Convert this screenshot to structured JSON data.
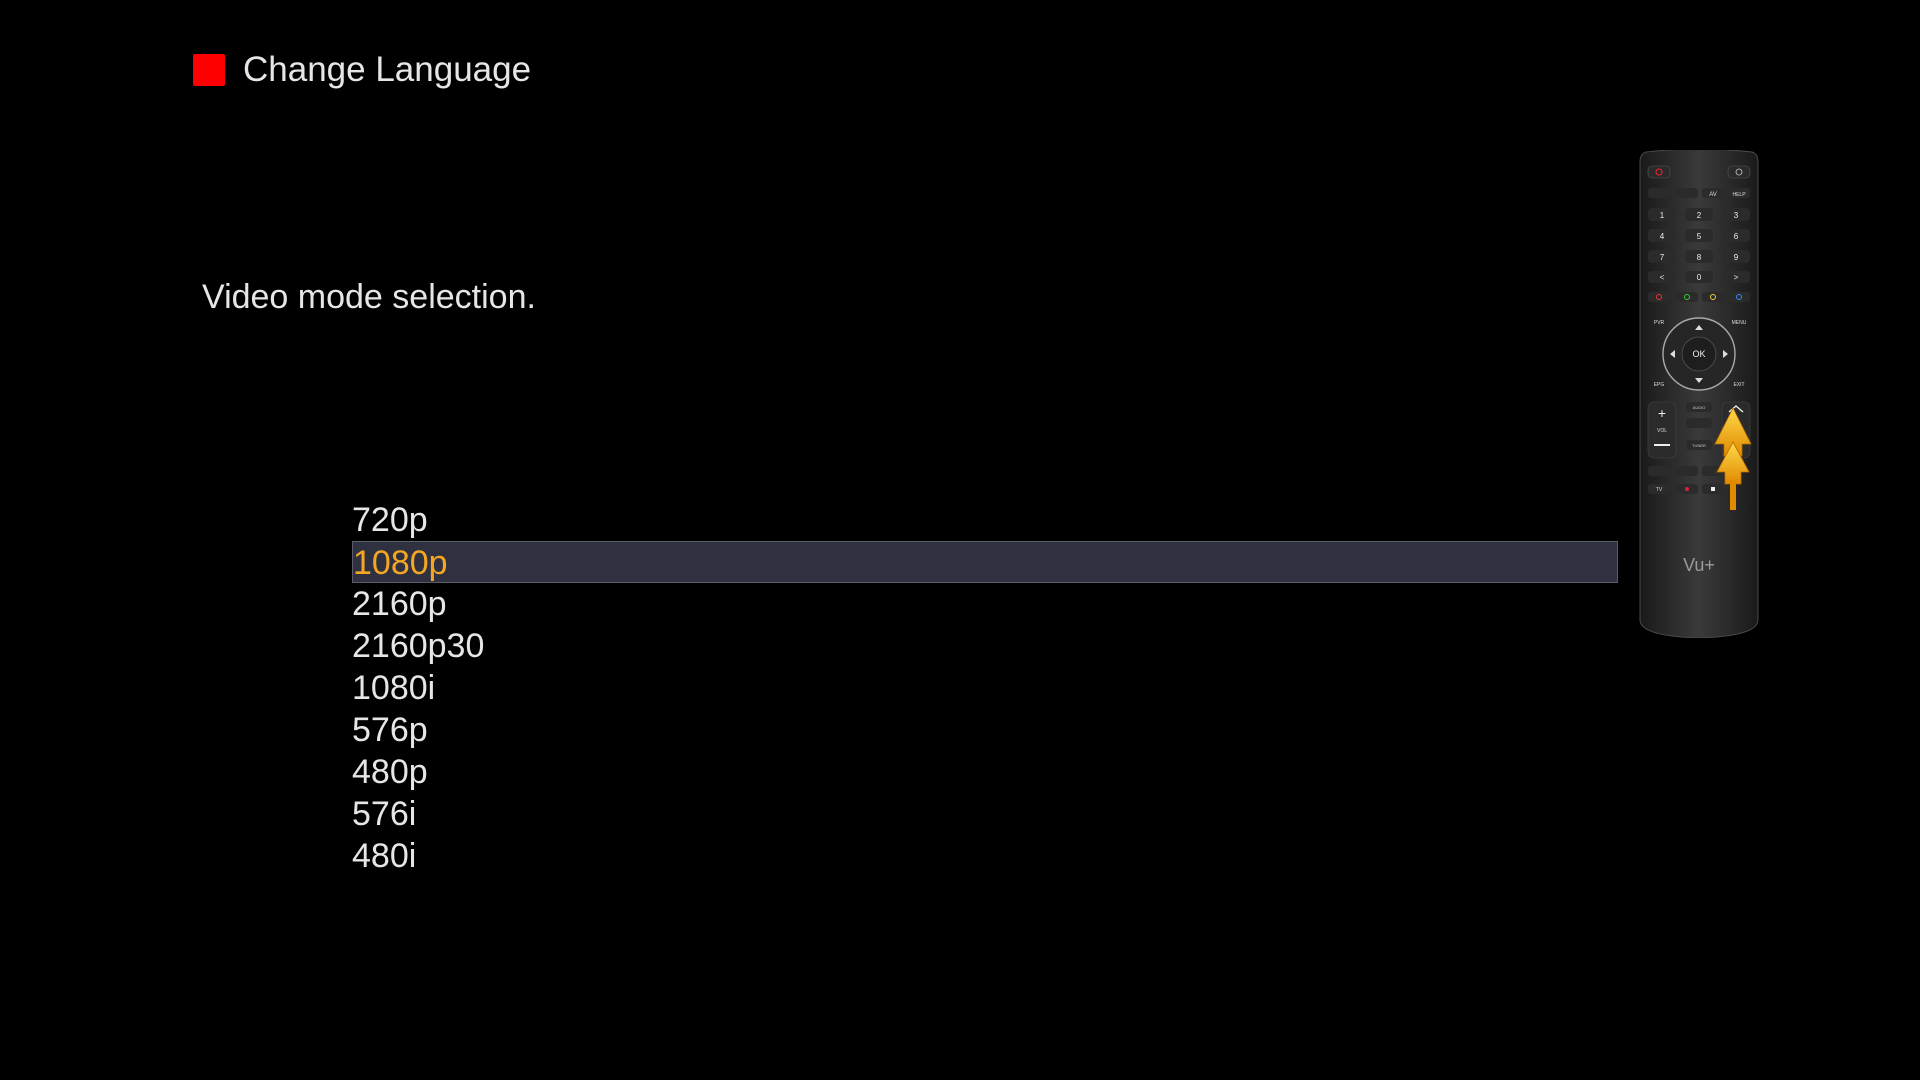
{
  "colors": {
    "background": "#000000",
    "text": "#e6e6e6",
    "selected_text": "#f5a623",
    "selected_bar": "#2f3140",
    "red_key": "#ff0000"
  },
  "hint": {
    "key_icon": "red-button-icon",
    "label": "Change Language"
  },
  "prompt": "Video mode selection.",
  "modes": {
    "selected_index": 1,
    "items": [
      "720p",
      "1080p",
      "2160p",
      "2160p30",
      "1080i",
      "576p",
      "480p",
      "576i",
      "480i"
    ]
  },
  "remote": {
    "icon": "remote-control-icon",
    "keypad": {
      "row1": [
        "1",
        "2",
        "3"
      ],
      "row2": [
        "4",
        "5",
        "6"
      ],
      "row3": [
        "7",
        "8",
        "9"
      ],
      "row4": [
        "<",
        "0",
        ">"
      ]
    },
    "top_labels": [
      "AV",
      "HELP"
    ],
    "fn_labels": [
      "PVR",
      "MENU",
      "EPG",
      "EXIT"
    ],
    "ok_label": "OK",
    "vol_label": "VOL",
    "side_labels": [
      "AUDIO",
      "TUNER"
    ],
    "bottom_labels": [
      "TV"
    ],
    "brand": "Vu+",
    "pointer": "up-arrow-icon"
  }
}
